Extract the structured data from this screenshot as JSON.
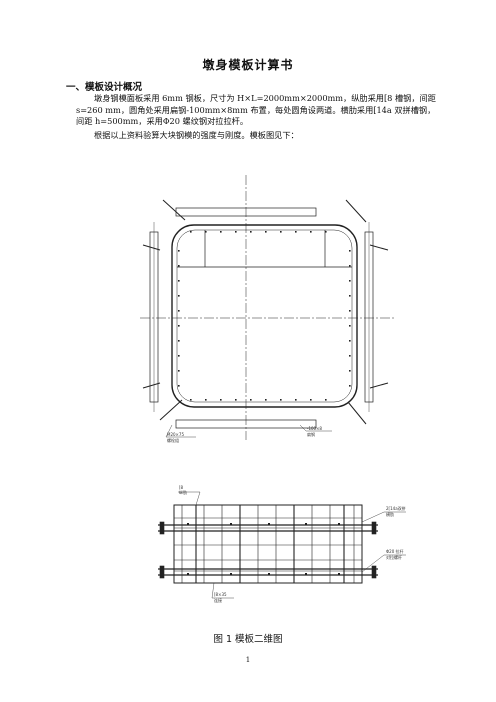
{
  "document": {
    "title": "墩身模板计算书",
    "section_heading": "一、模板设计概况",
    "paragraph_1": "墩身钢模面板采用 6mm 钢板，尺寸为 H×L=2000mm×2000mm，纵肋采用[8 槽钢，间距 s=260 mm，圆角处采用扁钢-100mm×8mm 布置，每处圆角设两道。横肋采用[14a 双拼槽钢，间距 h=500mm，采用Φ20 螺纹钢对拉拉杆。",
    "paragraph_2": "根据以上资料验算大块钢模的强度与刚度。模板图见下：",
    "figure_caption": "图 1 模板二维图",
    "page_number": "1"
  },
  "drawing_labels": {
    "plan_left_label": "M20×75",
    "plan_left_sublabel": "螺栓组",
    "plan_right_label": "-100×8",
    "plan_right_sublabel": "扁钢",
    "elev_top_label": "[8",
    "elev_top_sublabel": "纵肋",
    "elev_right_label_1": "2[14a双拼",
    "elev_right_sublabel_1": "横肋",
    "elev_right_label_2": "Φ20 拉杆",
    "elev_right_sublabel_2": "对拉螺杆",
    "elev_bottom_label": "[8×35",
    "elev_bottom_sublabel": "连接"
  }
}
